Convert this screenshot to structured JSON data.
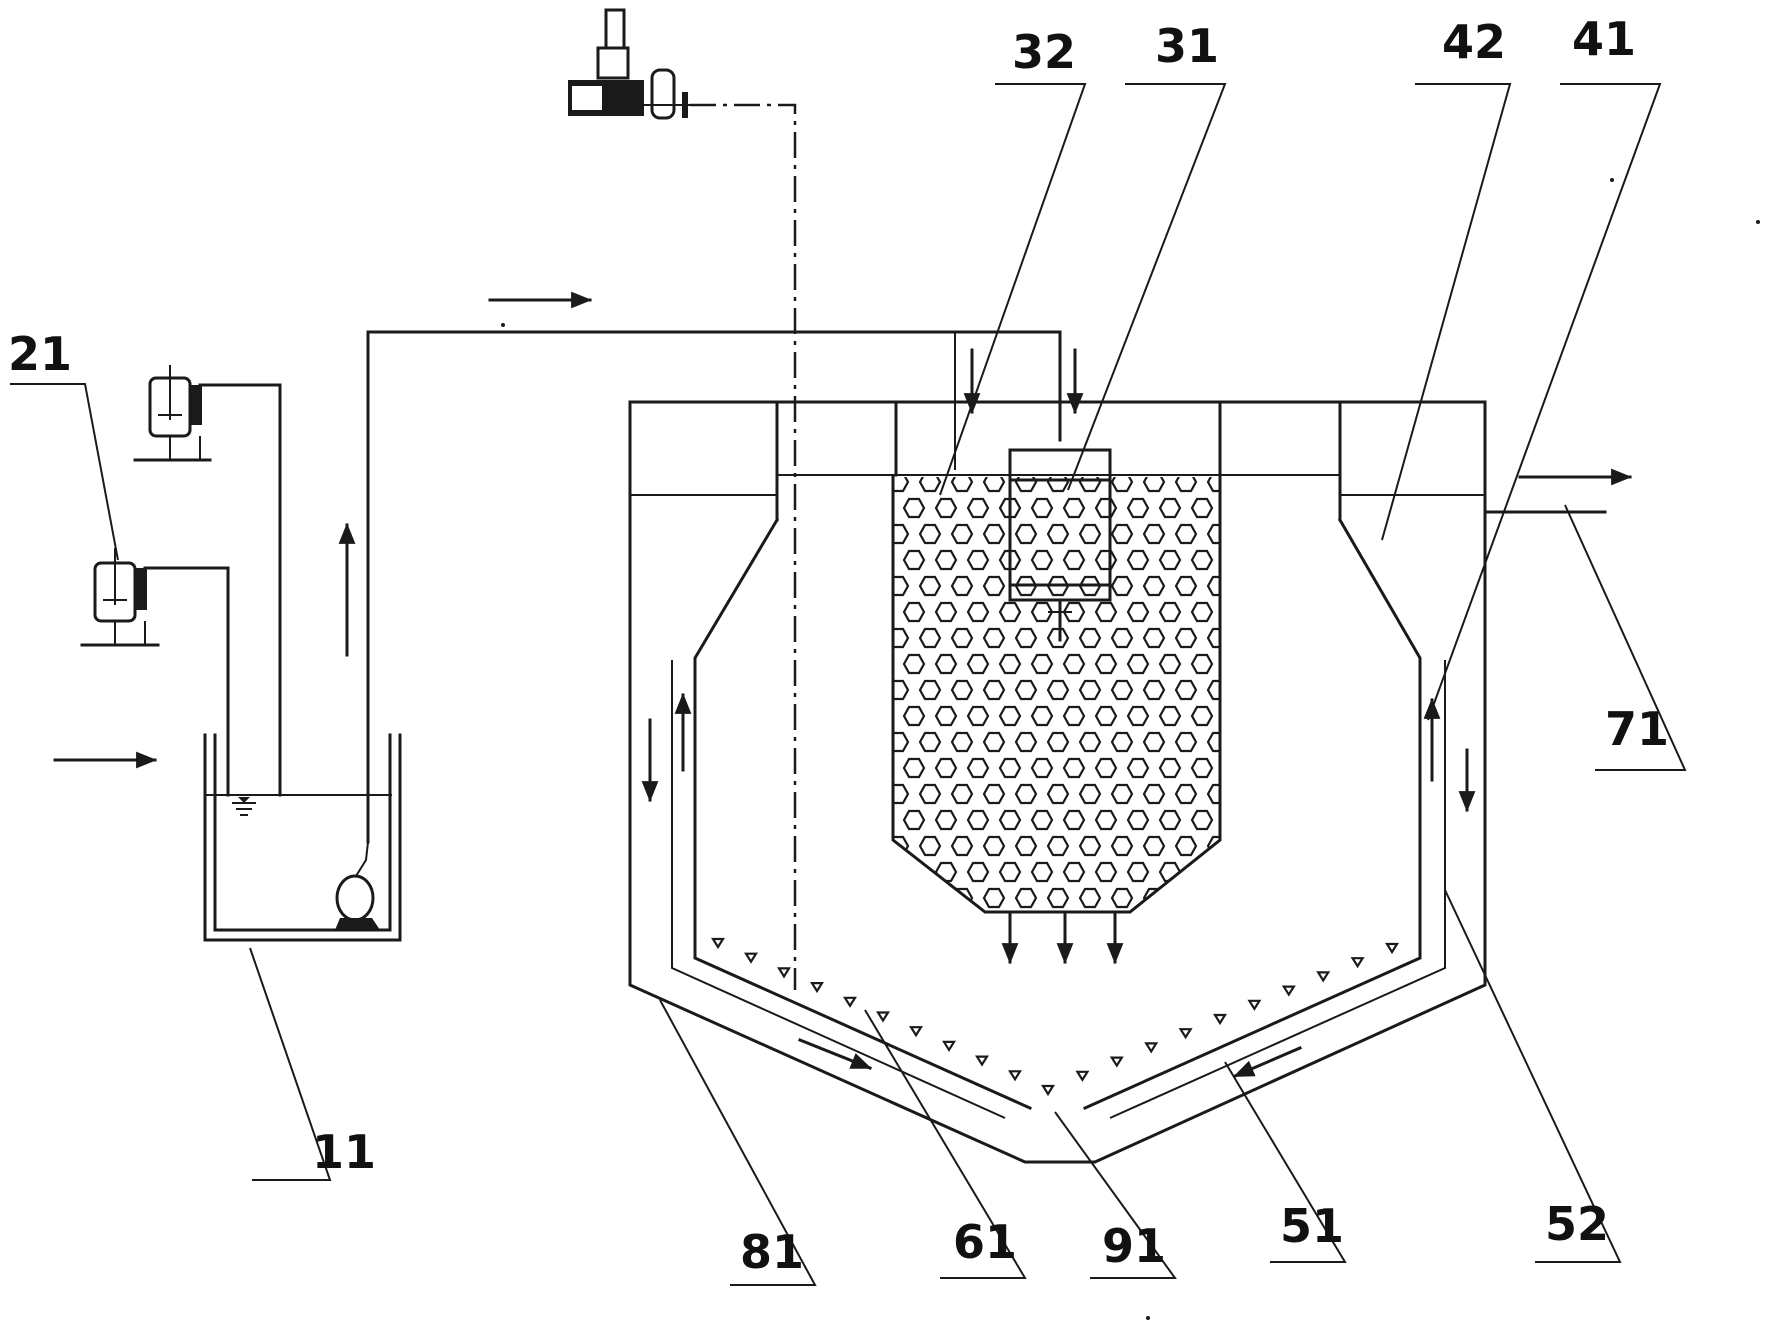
{
  "labels": {
    "l11": "11",
    "l21": "21",
    "l31": "31",
    "l32": "32",
    "l41": "41",
    "l42": "42",
    "l51": "51",
    "l52": "52",
    "l61": "61",
    "l71": "71",
    "l81": "81",
    "l91": "91"
  },
  "colors": {
    "line": "#1a1a1a",
    "background": "#ffffff"
  },
  "icons": {
    "dosing_tank": "dosing-tank-icon",
    "blower": "air-blower-icon",
    "pump": "submersible-pump-icon",
    "flow_arrow": "flow-arrow-icon"
  }
}
